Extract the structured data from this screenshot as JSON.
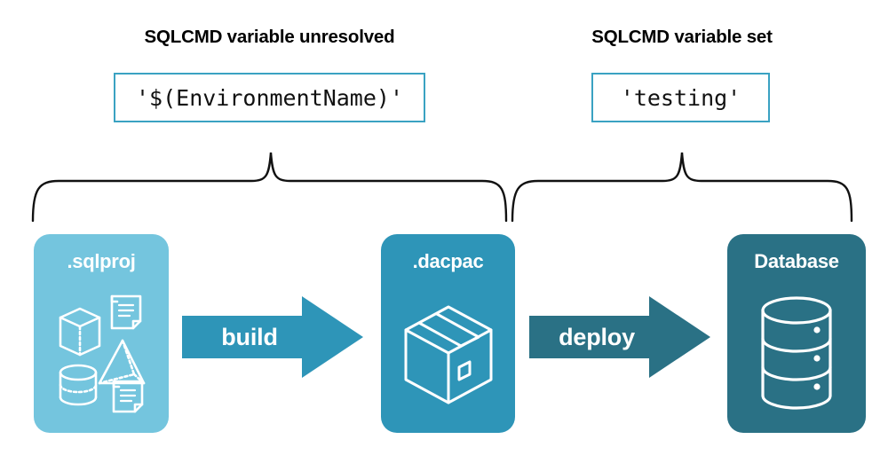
{
  "headings": {
    "left": "SQLCMD variable unresolved",
    "right": "SQLCMD variable set"
  },
  "values": {
    "left": "'$(EnvironmentName)'",
    "right": "'testing'"
  },
  "stages": [
    {
      "id": "sqlproj",
      "label": ".sqlproj",
      "color": "#74C5DE",
      "art": "shapes-and-scripts-icon"
    },
    {
      "id": "dacpac",
      "label": ".dacpac",
      "color": "#2E95B8",
      "art": "package-box-icon"
    },
    {
      "id": "database",
      "label": "Database",
      "color": "#2A7185",
      "art": "database-cylinder-icon"
    }
  ],
  "arrows": [
    {
      "id": "build",
      "label": "build",
      "color": "#2E95B8"
    },
    {
      "id": "deploy",
      "label": "deploy",
      "color": "#2A7185"
    }
  ],
  "braces": {
    "left_spans": "sqlproj-through-dacpac",
    "right_spans": "dacpac-through-database",
    "color": "#111111"
  },
  "colors": {
    "background": "#ffffff",
    "box_border": "#3AA2C2",
    "light_teal": "#74C5DE",
    "mid_teal": "#2E95B8",
    "dark_teal": "#2A7185",
    "text": "#000000",
    "icon_stroke": "#ffffff"
  }
}
